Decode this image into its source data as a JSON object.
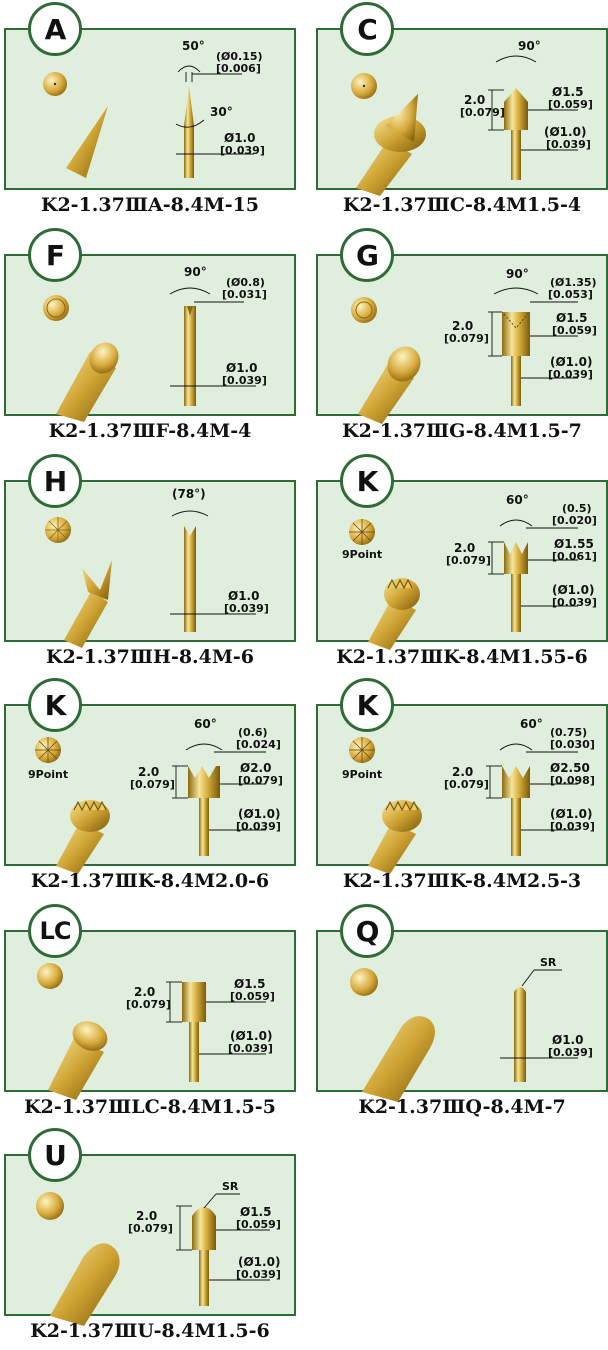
{
  "colors": {
    "panel_bg": "#dfeedd",
    "panel_border": "#2f6b37",
    "gold_light": "#f6e59a",
    "gold_mid": "#d8b040",
    "gold_dark": "#8a6a10"
  },
  "probes": [
    {
      "letter": "A",
      "model": "K2-1.37ⅢA-8.4M-15",
      "angle_top": "50°",
      "angle_side": "30°",
      "tip_dim": "(Ø0.15)",
      "tip_dim_in": "[0.006]",
      "shaft": "Ø1.0",
      "shaft_in": "[0.039]"
    },
    {
      "letter": "C",
      "model": "K2-1.37ⅢC-8.4M1.5-4",
      "angle_top": "90°",
      "head_len": "2.0",
      "head_len_in": "[0.079]",
      "head_dia": "Ø1.5",
      "head_dia_in": "[0.059]",
      "shaft": "(Ø1.0)",
      "shaft_in": "[0.039]"
    },
    {
      "letter": "F",
      "model": "K2-1.37ⅢF-8.4M-4",
      "angle_top": "90°",
      "tip_dim": "(Ø0.8)",
      "tip_dim_in": "[0.031]",
      "shaft": "Ø1.0",
      "shaft_in": "[0.039]"
    },
    {
      "letter": "G",
      "model": "K2-1.37ⅢG-8.4M1.5-7",
      "angle_top": "90°",
      "tip_dim": "(Ø1.35)",
      "tip_dim_in": "[0.053]",
      "head_len": "2.0",
      "head_len_in": "[0.079]",
      "head_dia": "Ø1.5",
      "head_dia_in": "[0.059]",
      "shaft": "(Ø1.0)",
      "shaft_in": "[0.039]"
    },
    {
      "letter": "H",
      "model": "K2-1.37ⅢH-8.4M-6",
      "angle_top": "(78°)",
      "shaft": "Ø1.0",
      "shaft_in": "[0.039]"
    },
    {
      "letter": "K",
      "model": "K2-1.37ⅢK-8.4M1.55-6",
      "point_label": "9Point",
      "angle_top": "60°",
      "tip_dim": "(0.5)",
      "tip_dim_in": "[0.020]",
      "head_len": "2.0",
      "head_len_in": "[0.079]",
      "head_dia": "Ø1.55",
      "head_dia_in": "[0.061]",
      "shaft": "(Ø1.0)",
      "shaft_in": "[0.039]"
    },
    {
      "letter": "K",
      "model": "K2-1.37ⅢK-8.4M2.0-6",
      "point_label": "9Point",
      "angle_top": "60°",
      "tip_dim": "(0.6)",
      "tip_dim_in": "[0.024]",
      "head_len": "2.0",
      "head_len_in": "[0.079]",
      "head_dia": "Ø2.0",
      "head_dia_in": "[0.079]",
      "shaft": "(Ø1.0)",
      "shaft_in": "[0.039]"
    },
    {
      "letter": "K",
      "model": "K2-1.37ⅢK-8.4M2.5-3",
      "point_label": "9Point",
      "angle_top": "60°",
      "tip_dim": "(0.75)",
      "tip_dim_in": "[0.030]",
      "head_len": "2.0",
      "head_len_in": "[0.079]",
      "head_dia": "Ø2.50",
      "head_dia_in": "[0.098]",
      "shaft": "(Ø1.0)",
      "shaft_in": "[0.039]"
    },
    {
      "letter": "LC",
      "model": "K2-1.37ⅢLC-8.4M1.5-5",
      "head_len": "2.0",
      "head_len_in": "[0.079]",
      "head_dia": "Ø1.5",
      "head_dia_in": "[0.059]",
      "shaft": "(Ø1.0)",
      "shaft_in": "[0.039]"
    },
    {
      "letter": "Q",
      "model": "K2-1.37ⅢQ-8.4M-7",
      "sr": "SR",
      "shaft": "Ø1.0",
      "shaft_in": "[0.039]"
    },
    {
      "letter": "U",
      "model": "K2-1.37ⅢU-8.4M1.5-6",
      "sr": "SR",
      "head_len": "2.0",
      "head_len_in": "[0.079]",
      "head_dia": "Ø1.5",
      "head_dia_in": "[0.059]",
      "shaft": "(Ø1.0)",
      "shaft_in": "[0.039]"
    }
  ]
}
